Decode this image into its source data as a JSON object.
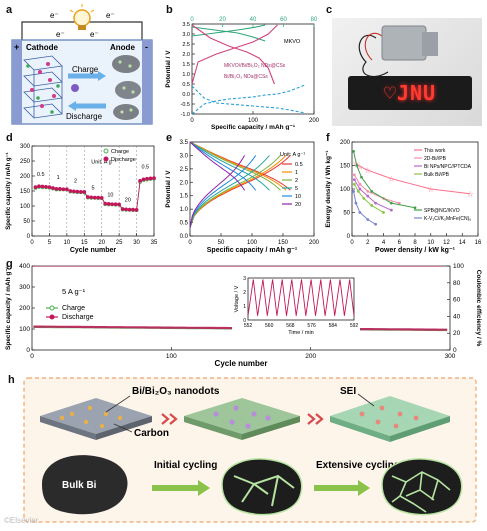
{
  "panels": {
    "a": {
      "label": "a",
      "electron": "e⁻",
      "cathode": "Cathode",
      "anode": "Anode",
      "plus": "+",
      "minus": "-",
      "charge": "Charge",
      "discharge": "Discharge"
    },
    "b": {
      "label": "b",
      "chart_data": {
        "type": "line",
        "xlabel": "Specific capacity / mAh g⁻¹",
        "ylabel": "Potential / V",
        "xlim_bottom": [
          0,
          200
        ],
        "xticks_bottom": [
          0,
          100,
          200
        ],
        "xlim_top": [
          0,
          80
        ],
        "xticks_top": [
          0,
          20,
          40,
          60,
          80
        ],
        "ylim": [
          -1.0,
          3.5
        ],
        "yticks": [
          3.5,
          3.0,
          2.5,
          2.0,
          1.5,
          1.0,
          0.5,
          0.0,
          -0.5,
          -1.0
        ],
        "series": [
          {
            "name": "MKVO",
            "color": "#2ea878",
            "axis": "top",
            "style": "solid",
            "x": [
              0,
              10,
              20,
              30,
              40,
              48
            ],
            "y": [
              3.35,
              3.25,
              3.15,
              3.05,
              2.85,
              2.65
            ]
          },
          {
            "name": "MKVO",
            "color": "#2ea878",
            "axis": "top",
            "style": "solid",
            "x": [
              0,
              10,
              20,
              30,
              40,
              48
            ],
            "y": [
              2.9,
              3.0,
              3.1,
              3.2,
              3.32,
              3.45
            ]
          },
          {
            "name": "MKVO//Bi/Bi₂O₃ NDs@CSs",
            "color": "#d0447e",
            "axis": "bottom",
            "style": "solid",
            "x": [
              0,
              30,
              60,
              90,
              110,
              125,
              135
            ],
            "y": [
              3.45,
              2.8,
              2.4,
              2.1,
              1.8,
              1.3,
              0.5
            ]
          },
          {
            "name": "MKVO//Bi/Bi₂O₃ NDs@CSs",
            "color": "#d0447e",
            "axis": "bottom",
            "style": "solid",
            "x": [
              0,
              10,
              40,
              70,
              100,
              125,
              140
            ],
            "y": [
              0.5,
              1.6,
              2.0,
              2.3,
              2.6,
              3.0,
              3.45
            ]
          },
          {
            "name": "Bi/Bi₂O₃ NDs@CSs",
            "color": "#2a9fd6",
            "axis": "bottom",
            "style": "dashed",
            "x": [
              0,
              20,
              40,
              60,
              80,
              100,
              120,
              140,
              160,
              185
            ],
            "y": [
              0.4,
              -0.2,
              -0.45,
              -0.5,
              -0.55,
              -0.6,
              -0.65,
              -0.7,
              -0.8,
              -0.95
            ]
          },
          {
            "name": "Bi/Bi₂O₃ NDs@CSs",
            "color": "#2a9fd6",
            "axis": "bottom",
            "style": "dashed",
            "x": [
              0,
              20,
              40,
              60,
              80,
              100,
              120,
              140,
              160,
              185
            ],
            "y": [
              -1.0,
              -0.5,
              -0.35,
              -0.25,
              -0.2,
              -0.15,
              -0.05,
              0.0,
              0.15,
              0.45
            ]
          }
        ],
        "annotations": [
          "MKVO",
          "MKVO//Bi/Bi₂O₃ NDs@CSs",
          "Bi/Bi₂O₃ NDs@CSs"
        ]
      }
    },
    "c": {
      "label": "c",
      "display_text": "♡JNU"
    },
    "d": {
      "label": "d",
      "chart_data": {
        "type": "scatter",
        "xlabel": "Cycle number",
        "ylabel": "Specific capacity / mAh g⁻¹",
        "xlim": [
          0,
          35
        ],
        "xticks": [
          0,
          5,
          10,
          15,
          20,
          25,
          30,
          35
        ],
        "ylim": [
          0,
          300
        ],
        "yticks": [
          0,
          50,
          100,
          150,
          200,
          250,
          300
        ],
        "unit_label": "Unit: A g⁻¹",
        "rate_labels": [
          {
            "text": "0.5",
            "x": 2.5,
            "y": 200
          },
          {
            "text": "1",
            "x": 7.5,
            "y": 190
          },
          {
            "text": "2",
            "x": 12.5,
            "y": 178
          },
          {
            "text": "5",
            "x": 17.5,
            "y": 155
          },
          {
            "text": "10",
            "x": 22.5,
            "y": 132
          },
          {
            "text": "20",
            "x": 27.5,
            "y": 115
          },
          {
            "text": "0.5",
            "x": 32.5,
            "y": 225
          }
        ],
        "series": [
          {
            "name": "Charge",
            "color": "#4caf50",
            "x": [
              1,
              2,
              3,
              4,
              5,
              6,
              7,
              8,
              9,
              10,
              11,
              12,
              13,
              14,
              15,
              16,
              17,
              18,
              19,
              20,
              21,
              22,
              23,
              24,
              25,
              26,
              27,
              28,
              29,
              30,
              31,
              32,
              33,
              34,
              35
            ],
            "y": [
              160,
              163,
              162,
              162,
              161,
              158,
              155,
              155,
              155,
              154,
              148,
              147,
              146,
              146,
              145,
              128,
              127,
              127,
              126,
              126,
              106,
              105,
              105,
              104,
              104,
              88,
              87,
              87,
              86,
              86,
              180,
              186,
              188,
              190,
              191
            ]
          },
          {
            "name": "Discharge",
            "color": "#c2185b",
            "x": [
              1,
              2,
              3,
              4,
              5,
              6,
              7,
              8,
              9,
              10,
              11,
              12,
              13,
              14,
              15,
              16,
              17,
              18,
              19,
              20,
              21,
              22,
              23,
              24,
              25,
              26,
              27,
              28,
              29,
              30,
              31,
              32,
              33,
              34,
              35
            ],
            "y": [
              163,
              166,
              165,
              164,
              163,
              160,
              157,
              157,
              156,
              156,
              150,
              149,
              148,
              147,
              147,
              130,
              129,
              128,
              128,
              127,
              108,
              107,
              106,
              106,
              105,
              90,
              89,
              88,
              88,
              87,
              184,
              189,
              191,
              192,
              193
            ]
          }
        ]
      }
    },
    "e": {
      "label": "e",
      "chart_data": {
        "type": "line",
        "xlabel": "Specific capacity / mAh g⁻¹",
        "ylabel": "Potential / V",
        "xlim": [
          0,
          200
        ],
        "xticks": [
          0,
          50,
          100,
          150,
          200
        ],
        "ylim": [
          0.0,
          3.5
        ],
        "yticks": [
          0.0,
          0.5,
          1.0,
          1.5,
          2.0,
          2.5,
          3.0,
          3.5
        ],
        "legend_title": "Unit: A g⁻¹",
        "series": [
          {
            "name": "0.5",
            "color": "#e53935",
            "capacity": 162
          },
          {
            "name": "1",
            "color": "#fb8c00",
            "capacity": 155
          },
          {
            "name": "2",
            "color": "#7cb342",
            "capacity": 146
          },
          {
            "name": "5",
            "color": "#26a69a",
            "capacity": 128
          },
          {
            "name": "10",
            "color": "#1e88e5",
            "capacity": 106
          },
          {
            "name": "20",
            "color": "#8e24aa",
            "capacity": 88
          }
        ]
      }
    },
    "f": {
      "label": "f",
      "chart_data": {
        "type": "scatter",
        "xlabel": "Power density / kW kg⁻¹",
        "ylabel": "Energy density / Wh kg⁻¹",
        "xlim": [
          0,
          16
        ],
        "xticks": [
          0,
          2,
          4,
          6,
          8,
          10,
          12,
          14,
          16
        ],
        "ylim": [
          0,
          200
        ],
        "yticks": [
          0,
          50,
          100,
          150,
          200
        ],
        "series": [
          {
            "name": "This work",
            "color": "#ff6f8e",
            "marker": "star",
            "x": [
              0.5,
              1.0,
              2.0,
              5.0,
              10.0,
              15.0
            ],
            "y": [
              155,
              148,
              140,
              122,
              100,
              90
            ]
          },
          {
            "name": "2D-Bi//PB",
            "color": "#f48fb1",
            "marker": "line",
            "x": [
              0.3,
              1.0,
              2.0,
              4.0,
              6.0
            ],
            "y": [
              130,
              110,
              95,
              80,
              70
            ]
          },
          {
            "name": "Bi NPs/NPC//PTCDA",
            "color": "#ba68c8",
            "marker": "line",
            "x": [
              0.3,
              1.0,
              2.0,
              3.0,
              5.0
            ],
            "y": [
              120,
              100,
              85,
              70,
              55
            ]
          },
          {
            "name": "Bulk Bi//PB",
            "color": "#8bc34a",
            "marker": "line",
            "x": [
              0.3,
              0.8,
              1.5,
              2.5,
              4.0
            ],
            "y": [
              110,
              95,
              80,
              65,
              50
            ]
          },
          {
            "name": "SPB@NC//KVO",
            "color": "#43a047",
            "marker": "circle",
            "x": [
              0.2,
              0.6,
              1.2,
              2.5,
              5.0,
              8.0
            ],
            "y": [
              180,
              150,
              125,
              95,
              70,
              60
            ]
          },
          {
            "name": "K-V₂C//K₂MnFe(CN)₆",
            "color": "#7986cb",
            "marker": "line",
            "x": [
              0.2,
              0.5,
              1.0,
              2.0,
              3.0
            ],
            "y": [
              95,
              70,
              50,
              35,
              25
            ]
          }
        ]
      }
    },
    "g": {
      "label": "g",
      "chart_data": {
        "type": "scatter",
        "xlabel": "Cycle number",
        "ylabel": "Specific capacity / mAh g⁻¹",
        "y2label": "Coulombic efficiency / %",
        "xlim": [
          0,
          300
        ],
        "xticks": [
          0,
          100,
          200,
          300
        ],
        "ylim": [
          0,
          400
        ],
        "yticks": [
          0,
          100,
          200,
          300,
          400
        ],
        "y2lim": [
          0,
          100
        ],
        "y2ticks": [
          0,
          20,
          40,
          60,
          80,
          100
        ],
        "rate_label": "5 A g⁻¹",
        "capacity_start": 110,
        "capacity_end": 95,
        "ce_value": 99.5,
        "series": [
          {
            "name": "Charge",
            "color": "#4caf50"
          },
          {
            "name": "Discharge",
            "color": "#c2185b"
          }
        ],
        "inset": {
          "xlabel": "Time / min",
          "ylabel": "Voltage / V",
          "xlim": [
            552,
            592
          ],
          "xticks": [
            552,
            560,
            568,
            576,
            584,
            592
          ],
          "ylim": [
            0,
            3
          ],
          "yticks": [
            0,
            1,
            2,
            3
          ],
          "cycles": 11
        }
      }
    },
    "h": {
      "label": "h",
      "nanodots": "Bi/Bi₂O₃ nanodots",
      "carbon": "Carbon",
      "sei": "SEI",
      "bulk": "Bulk Bi",
      "initial": "Initial cycling",
      "extensive": "Extensive cycling"
    }
  },
  "watermark": "©Elsevier"
}
